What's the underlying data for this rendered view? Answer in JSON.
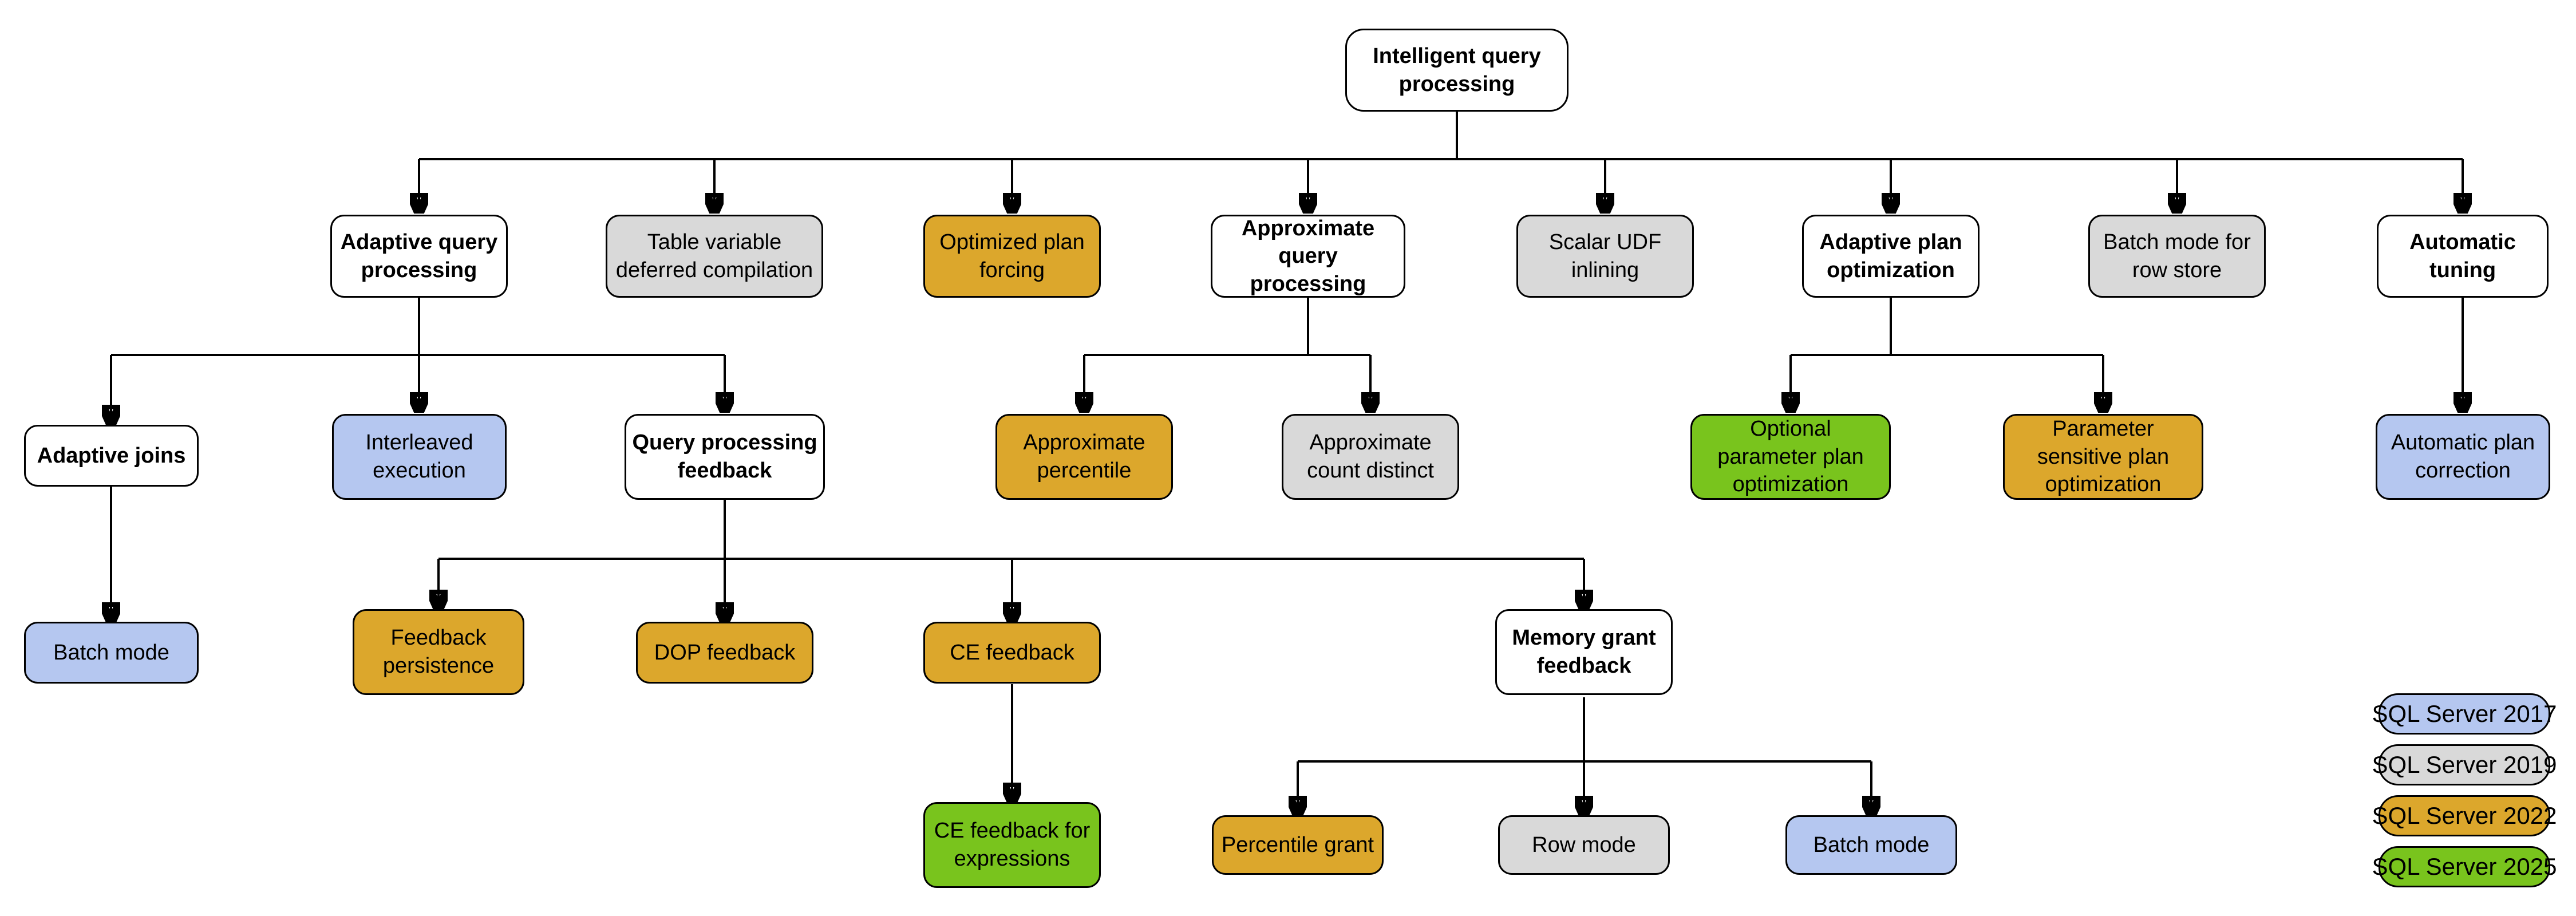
{
  "diagram": {
    "colors": {
      "category": "#ffffff",
      "border": "#000000",
      "connector": "#000000",
      "sql2017": "#b5c7f0",
      "sql2019": "#d9d9d9",
      "sql2022": "#dca72c",
      "sql2025": "#79c41d"
    },
    "nodes": [
      {
        "label": "Intelligent query processing",
        "version": "category"
      },
      {
        "label": "Adaptive query processing",
        "version": "category"
      },
      {
        "label": "Table variable deferred compilation",
        "version": "sql2019"
      },
      {
        "label": "Optimized plan forcing",
        "version": "sql2022"
      },
      {
        "label": "Approximate query processing",
        "version": "category"
      },
      {
        "label": "Scalar UDF inlining",
        "version": "sql2019"
      },
      {
        "label": "Adaptive plan optimization",
        "version": "category"
      },
      {
        "label": "Batch mode for row store",
        "version": "sql2019"
      },
      {
        "label": "Automatic tuning",
        "version": "category"
      },
      {
        "label": "Adaptive joins",
        "version": "category"
      },
      {
        "label": "Interleaved execution",
        "version": "sql2017"
      },
      {
        "label": "Query processing feedback",
        "version": "category"
      },
      {
        "label": "Approximate percentile",
        "version": "sql2022"
      },
      {
        "label": "Approximate count distinct",
        "version": "sql2019"
      },
      {
        "label": "Optional parameter plan optimization",
        "version": "sql2025"
      },
      {
        "label": "Parameter sensitive plan optimization",
        "version": "sql2022"
      },
      {
        "label": "Automatic plan correction",
        "version": "sql2017"
      },
      {
        "label": "Batch mode",
        "version": "sql2017"
      },
      {
        "label": "Feedback persistence",
        "version": "sql2022"
      },
      {
        "label": "DOP feedback",
        "version": "sql2022"
      },
      {
        "label": "CE feedback",
        "version": "sql2022"
      },
      {
        "label": "Memory grant feedback",
        "version": "category"
      },
      {
        "label": "CE feedback for expressions",
        "version": "sql2025"
      },
      {
        "label": "Percentile grant",
        "version": "sql2022"
      },
      {
        "label": "Row mode",
        "version": "sql2019"
      },
      {
        "label": "Batch mode",
        "version": "sql2017"
      }
    ],
    "legend": {
      "items": [
        {
          "label": "SQL Server 2017",
          "version": "sql2017"
        },
        {
          "label": "SQL Server 2019",
          "version": "sql2019"
        },
        {
          "label": "SQL Server 2022",
          "version": "sql2022"
        },
        {
          "label": "SQL Server 2025",
          "version": "sql2025"
        }
      ]
    }
  }
}
